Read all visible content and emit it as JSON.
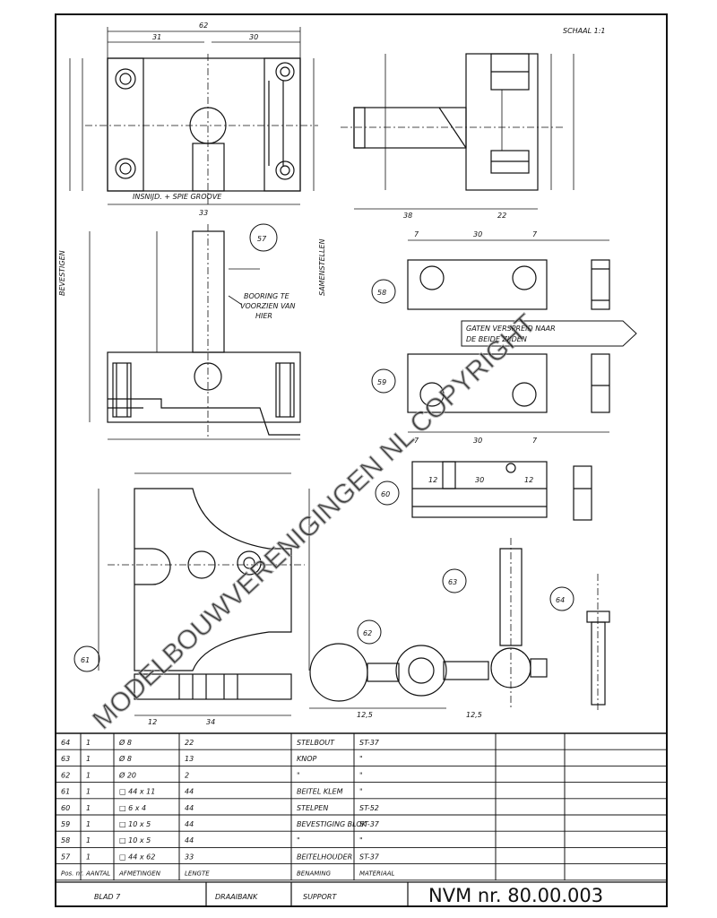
{
  "sheet": {
    "scale": "SCHAAL 1:1",
    "watermark": "MODELBOUWVERENIGINGEN NL COPYRIGHT",
    "note_left_1": "BEVESTIGEN",
    "note_left_2": "SAMENSTELLEN",
    "note_57": "BOORING TE",
    "note_57b": "VOORZIEN VAN",
    "note_57c": "HIER",
    "note_arrow_1": "GATEN VERSPREID NAAR",
    "note_arrow_2": "DE BEIDE ZIJDEN",
    "note_top": "INSNIJD. + SPIE GROOVE",
    "note_60": "60",
    "note_61": "61",
    "note_62": "62",
    "note_63": "63",
    "note_64": "64",
    "note_57_label": "57",
    "note_58_label": "58",
    "note_59_label": "59"
  },
  "dims": {
    "top_overall": "62",
    "top_left": "31",
    "top_right": "30",
    "bottom_overall": "33",
    "right_view_a": "38",
    "right_view_b": "22",
    "plate_58_a": "7",
    "plate_58_b": "30",
    "plate_58_c": "7",
    "plate_59_a": "7",
    "plate_59_b": "30",
    "plate_59_c": "7",
    "v60_a": "12",
    "v60_b": "30",
    "v60_c": "12",
    "v61_a": "12",
    "v61_b": "34",
    "v62_a": "12,5",
    "v62_b": "12,5"
  },
  "parts_table": {
    "rows": [
      {
        "no": "64",
        "qty": "1",
        "size": "Ø 8",
        "len": "22",
        "name": "STELBOUT",
        "mat": "ST-37"
      },
      {
        "no": "63",
        "qty": "1",
        "size": "Ø 8",
        "len": "13",
        "name": "KNOP",
        "mat": "\""
      },
      {
        "no": "62",
        "qty": "1",
        "size": "Ø 20",
        "len": "2",
        "name": "\"",
        "mat": "\""
      },
      {
        "no": "61",
        "qty": "1",
        "size": "□ 44 x 11",
        "len": "44",
        "name": "BEITEL KLEM",
        "mat": "\""
      },
      {
        "no": "60",
        "qty": "1",
        "size": "□ 6 x 4",
        "len": "44",
        "name": "STELPEN",
        "mat": "ST-52"
      },
      {
        "no": "59",
        "qty": "1",
        "size": "□ 10 x 5",
        "len": "44",
        "name": "BEVESTIGING BLOK",
        "mat": "ST-37"
      },
      {
        "no": "58",
        "qty": "1",
        "size": "□ 10 x 5",
        "len": "44",
        "name": "\"",
        "mat": "\""
      },
      {
        "no": "57",
        "qty": "1",
        "size": "□ 44 x 62",
        "len": "33",
        "name": "BEITELHOUDER",
        "mat": "ST-37"
      }
    ],
    "header": {
      "no": "Pos. nr.",
      "qty": "AANTAL",
      "size": "AFMETINGEN",
      "len": "LENGTE",
      "name": "BENAMING",
      "mat": "MATERIAAL"
    }
  },
  "title_block": {
    "sheet_label": "BLAD 7",
    "machine": "DRAAIBANK",
    "part": "SUPPORT",
    "drawing_number": "NVM nr. 80.00.003"
  }
}
